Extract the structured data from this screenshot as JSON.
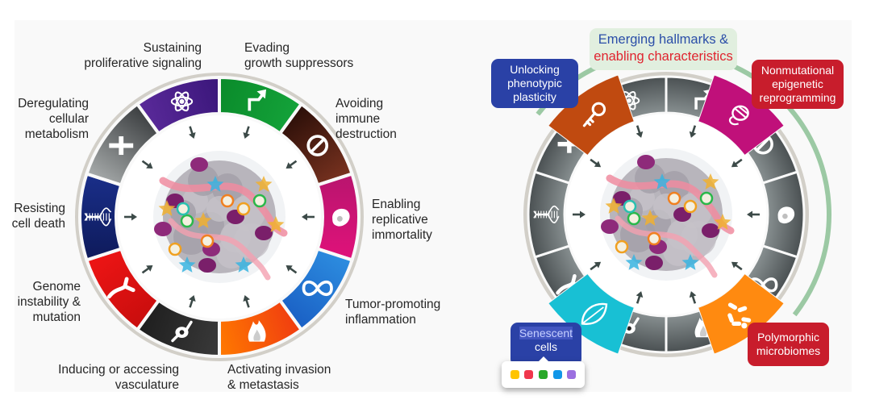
{
  "left_panel": {
    "hallmarks": [
      {
        "id": "sustaining-proliferative-signaling",
        "label": [
          "Sustaining",
          "proliferative signaling"
        ],
        "icon": "arrow-turn-icon",
        "color": "#14a33a",
        "color2": "#0a8a2a"
      },
      {
        "id": "evading-growth-suppressors",
        "label": [
          "Evading",
          "growth suppressors"
        ],
        "icon": "prohibited-icon",
        "color": "#7a3320",
        "color2": "#2a0e08"
      },
      {
        "id": "avoiding-immune-destruction",
        "label": [
          "Avoiding",
          "immune",
          "destruction"
        ],
        "icon": "immune-cell-icon",
        "color": "#e0127a",
        "color2": "#b8156e"
      },
      {
        "id": "enabling-replicative-immortality",
        "label": [
          "Enabling",
          "replicative",
          "immortality"
        ],
        "icon": "infinity-icon",
        "color": "#1a5fc4",
        "color2": "#2d8ee0"
      },
      {
        "id": "tumor-promoting-inflammation",
        "label": [
          "Tumor-promoting",
          "inflammation"
        ],
        "icon": "flame-icon",
        "color": "#ff7a00",
        "color2": "#f03c10"
      },
      {
        "id": "activating-invasion-metastasis",
        "label": [
          "Activating invasion",
          "& metastasis"
        ],
        "icon": "migrating-cell-icon",
        "color": "#1e1e1e",
        "color2": "#3a3a3a"
      },
      {
        "id": "inducing-vasculature",
        "label": [
          "Inducing or accessing",
          "vasculature"
        ],
        "icon": "blood-vessel-icon",
        "color": "#ee1515",
        "color2": "#c80d0d"
      },
      {
        "id": "genome-instability",
        "label": [
          "Genome",
          "instability &",
          "mutation"
        ],
        "icon": "dna-icon",
        "color": "#1a2f8a",
        "color2": "#0e1a5a"
      },
      {
        "id": "resisting-cell-death",
        "label": [
          "Resisting",
          "cell death"
        ],
        "icon": "cross-icon",
        "color": "#3a3d3f",
        "color2": "#a8acac"
      },
      {
        "id": "deregulating-cellular-metabolism",
        "label": [
          "Deregulating",
          "cellular",
          "metabolism"
        ],
        "icon": "atom-icon",
        "color": "#3a167a",
        "color2": "#5a2a9a"
      }
    ]
  },
  "right_panel": {
    "title": {
      "line1": "Emerging hallmarks &",
      "line2": "enabling characteristics",
      "line1_color": "#2b4ea8",
      "line2_color": "#e0242f"
    },
    "emerging": [
      {
        "id": "unlocking-phenotypic-plasticity",
        "label": [
          "Unlocking",
          "phenotypic",
          "plasticity"
        ],
        "icon": "key-icon",
        "color": "#c04a10",
        "style": "blue"
      },
      {
        "id": "nonmutational-epigenetic-reprogramming",
        "label": [
          "Nonmutational",
          "epigenetic",
          "reprogramming"
        ],
        "icon": "chromatin-icon",
        "color": "#c0107a",
        "style": "red"
      },
      {
        "id": "polymorphic-microbiomes",
        "label": [
          "Polymorphic",
          "microbiomes"
        ],
        "icon": "bacteria-icon",
        "color": "#ff8a10",
        "style": "red"
      },
      {
        "id": "senescent-cells",
        "label": [
          "Senescent",
          "cells"
        ],
        "icon": "leaf-icon",
        "color": "#18c0d4",
        "style": "blue",
        "selected_word": "Senescent"
      }
    ],
    "ring_color": "#4a5052",
    "outer_arc_color": "#9cc9a4"
  },
  "highlight_picker": {
    "swatches": [
      {
        "name": "yellow",
        "color": "#ffc400"
      },
      {
        "name": "red",
        "color": "#f0364c"
      },
      {
        "name": "green",
        "color": "#28a828"
      },
      {
        "name": "blue",
        "color": "#1196e8"
      },
      {
        "name": "purple",
        "color": "#9b6fe0"
      }
    ]
  }
}
